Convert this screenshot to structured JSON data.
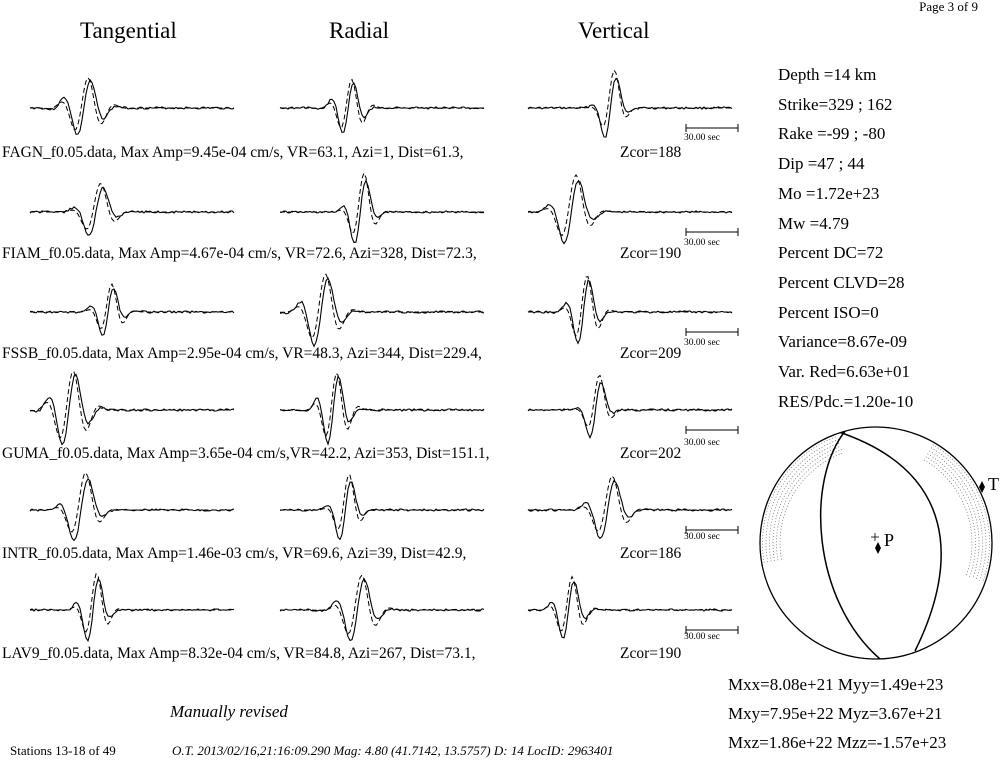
{
  "page_label": "Page 3 of 9",
  "components": [
    "Tangential",
    "Radial",
    "Vertical"
  ],
  "scale_label": "30.00 sec",
  "stations": [
    {
      "label": "FAGN_f0.05.data,  Max Amp=9.45e-04 cm/s,  VR=63.1, Azi=1, Dist=61.3,",
      "zcor": "Zcor=188"
    },
    {
      "label": "FIAM_f0.05.data,  Max Amp=4.67e-04 cm/s,  VR=72.6, Azi=328, Dist=72.3,",
      "zcor": "Zcor=190"
    },
    {
      "label": "FSSB_f0.05.data,  Max Amp=2.95e-04 cm/s,  VR=48.3, Azi=344, Dist=229.4,",
      "zcor": "Zcor=209"
    },
    {
      "label": "GUMA_f0.05.data,  Max Amp=3.65e-04 cm/s,VR=42.2, Azi=353, Dist=151.1,",
      "zcor": "Zcor=202"
    },
    {
      "label": "INTR_f0.05.data,  Max Amp=1.46e-03 cm/s,  VR=69.6, Azi=39, Dist=42.9,",
      "zcor": "Zcor=186"
    },
    {
      "label": "LAV9_f0.05.data,  Max Amp=8.32e-04 cm/s,  VR=84.8, Azi=267, Dist=73.1,",
      "zcor": "Zcor=190"
    }
  ],
  "params": [
    "Depth =14 km",
    "Strike=329 ; 162",
    "Rake  =-99 ; -80",
    "Dip   =47 ; 44",
    "Mo    =1.72e+23",
    "Mw    =4.79",
    "Percent DC=72",
    "Percent CLVD=28",
    "Percent ISO=0",
    "Variance=8.67e-09",
    "Var. Red=6.63e+01",
    "RES/Pdc.=1.20e-10"
  ],
  "beachball": {
    "t_label": "T",
    "p_label": "P"
  },
  "moment_tensor": [
    "Mxx=8.08e+21 Myy=1.49e+23",
    "Mxy=7.95e+22 Myz=3.67e+21",
    "Mxz=1.86e+22 Mzz=-1.57e+23"
  ],
  "manual_note": "Manually revised",
  "footer": {
    "stations": "Stations 13-18 of 49",
    "origin": "O.T. 2013/02/16,21:16:09.290  Mag: 4.80  (41.7142, 13.5757)  D: 14  LocID: 2963401"
  }
}
